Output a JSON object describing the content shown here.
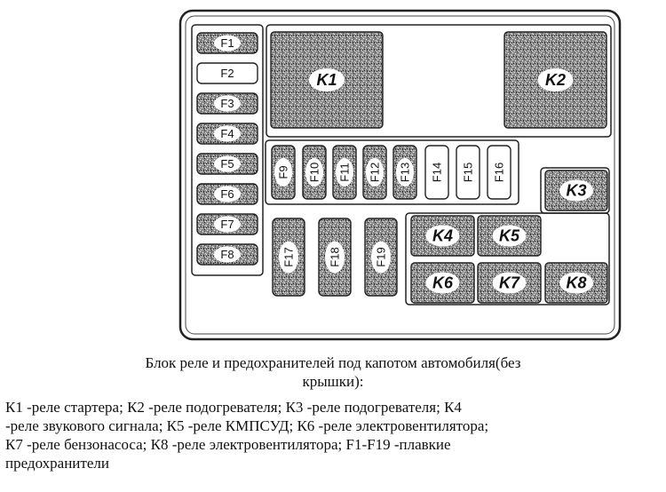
{
  "diagram": {
    "left_fuses": [
      {
        "label": "F1",
        "style": "textured"
      },
      {
        "label": "F2",
        "style": "plain"
      },
      {
        "label": "F3",
        "style": "textured"
      },
      {
        "label": "F4",
        "style": "textured"
      },
      {
        "label": "F5",
        "style": "textured"
      },
      {
        "label": "F6",
        "style": "textured"
      },
      {
        "label": "F7",
        "style": "textured"
      },
      {
        "label": "F8",
        "style": "textured"
      }
    ],
    "big_relays": [
      {
        "label": "K1"
      },
      {
        "label": "K2"
      }
    ],
    "mid_fuses": [
      {
        "label": "F9",
        "style": "textured"
      },
      {
        "label": "F10",
        "style": "textured"
      },
      {
        "label": "F11",
        "style": "textured"
      },
      {
        "label": "F12",
        "style": "textured"
      },
      {
        "label": "F13",
        "style": "textured"
      },
      {
        "label": "F14",
        "style": "plain"
      },
      {
        "label": "F15",
        "style": "plain"
      },
      {
        "label": "F16",
        "style": "plain"
      }
    ],
    "tall_fuses": [
      {
        "label": "F17"
      },
      {
        "label": "F18"
      },
      {
        "label": "F19"
      }
    ],
    "relays": [
      {
        "label": "K3"
      },
      {
        "label": "K4"
      },
      {
        "label": "K5"
      },
      {
        "label": "K6"
      },
      {
        "label": "K7"
      },
      {
        "label": "K8"
      }
    ],
    "colors": {
      "texture": "#9a9a9a",
      "outline": "#222222",
      "background": "#ffffff"
    }
  },
  "caption": {
    "title_line1": "Блок реле и предохранителей под капотом автомобиля(без",
    "title_line2": "крышки):",
    "body_line1": "К1 -реле стартера; К2 -реле подогревателя; К3 -реле подогревателя; К4",
    "body_line2": "-реле звукового сигнала; К5 -реле КМПСУД; К6 -реле электровентилятора;",
    "body_line3": "К7 -реле бензонасоса; К8 -реле электровентилятора; F1-F19 -плавкие",
    "body_line4": "предохранители"
  }
}
